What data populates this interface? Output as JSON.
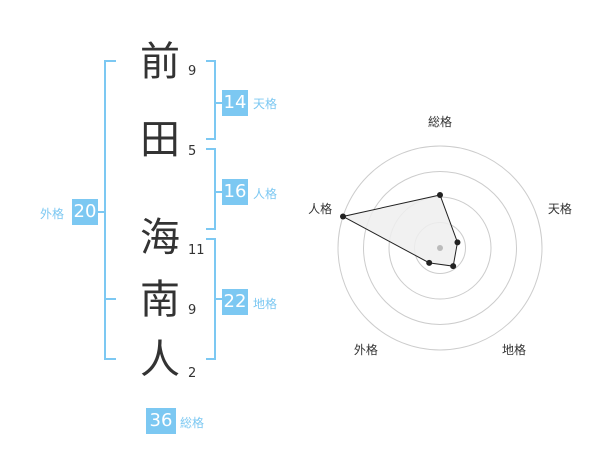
{
  "name": {
    "characters": [
      "前",
      "田",
      "海",
      "南",
      "人"
    ],
    "strokes": [
      "9",
      "5",
      "11",
      "9",
      "2"
    ]
  },
  "fortunes": {
    "tenkaku": {
      "value": "14",
      "label": "天格"
    },
    "jinkaku": {
      "value": "16",
      "label": "人格"
    },
    "chikaku": {
      "value": "22",
      "label": "地格"
    },
    "gaikaku": {
      "value": "20",
      "label": "外格"
    },
    "soukaku": {
      "value": "36",
      "label": "総格"
    }
  },
  "colors": {
    "accent": "#7cc8f2",
    "text": "#333333",
    "grid": "#cccccc"
  },
  "chart_data": {
    "type": "radar",
    "axes": [
      "総格",
      "天格",
      "地格",
      "外格",
      "人格"
    ],
    "values": [
      0.52,
      0.18,
      0.22,
      0.18,
      1.0
    ],
    "range": [
      0,
      1
    ],
    "rings": 4
  }
}
